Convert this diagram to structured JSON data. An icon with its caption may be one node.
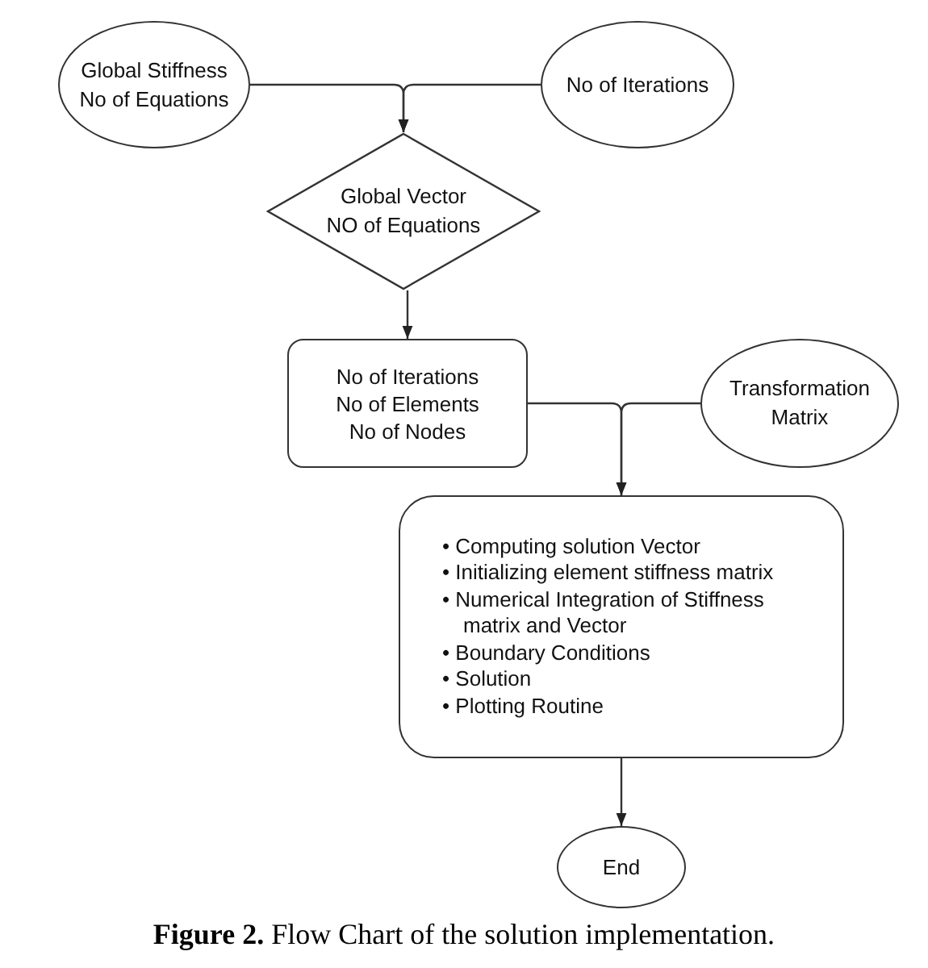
{
  "diagram": {
    "caption": "**Figure 2.** Flow Chart of the solution implementation.",
    "nodes": [
      {
        "text": [
          "Global Stiffness",
          "No of Equations"
        ]
      },
      {
        "text": [
          "No of Iterations"
        ]
      },
      {
        "text": [
          "Global Vector",
          "NO of Equations"
        ]
      },
      {
        "text": [
          "No of Iterations",
          "No of Elements",
          "No of Nodes"
        ]
      },
      {
        "text": [
          "Transformation Matrix"
        ]
      },
      {
        "text": [
          "• Computing solution Vector",
          "• Initializing element stiffness matrix",
          "• Numerical Integration of Stiffness matrix and Vector",
          "• Boundary Conditions",
          "• Solution",
          "• Plotting Routine"
        ]
      },
      {
        "text": [
          "End"
        ]
      }
    ],
    "edges": [
      {
        "from": 0,
        "to": 2,
        "arrow": "to"
      },
      {
        "from": 1,
        "to": 2,
        "arrow": "to"
      },
      {
        "from": 2,
        "to": 3,
        "arrow": "to"
      },
      {
        "from": 3,
        "to": 5,
        "arrow": "to"
      },
      {
        "from": 4,
        "to": 5,
        "arrow": "to"
      },
      {
        "from": 5,
        "to": 6,
        "arrow": "to"
      }
    ]
  }
}
